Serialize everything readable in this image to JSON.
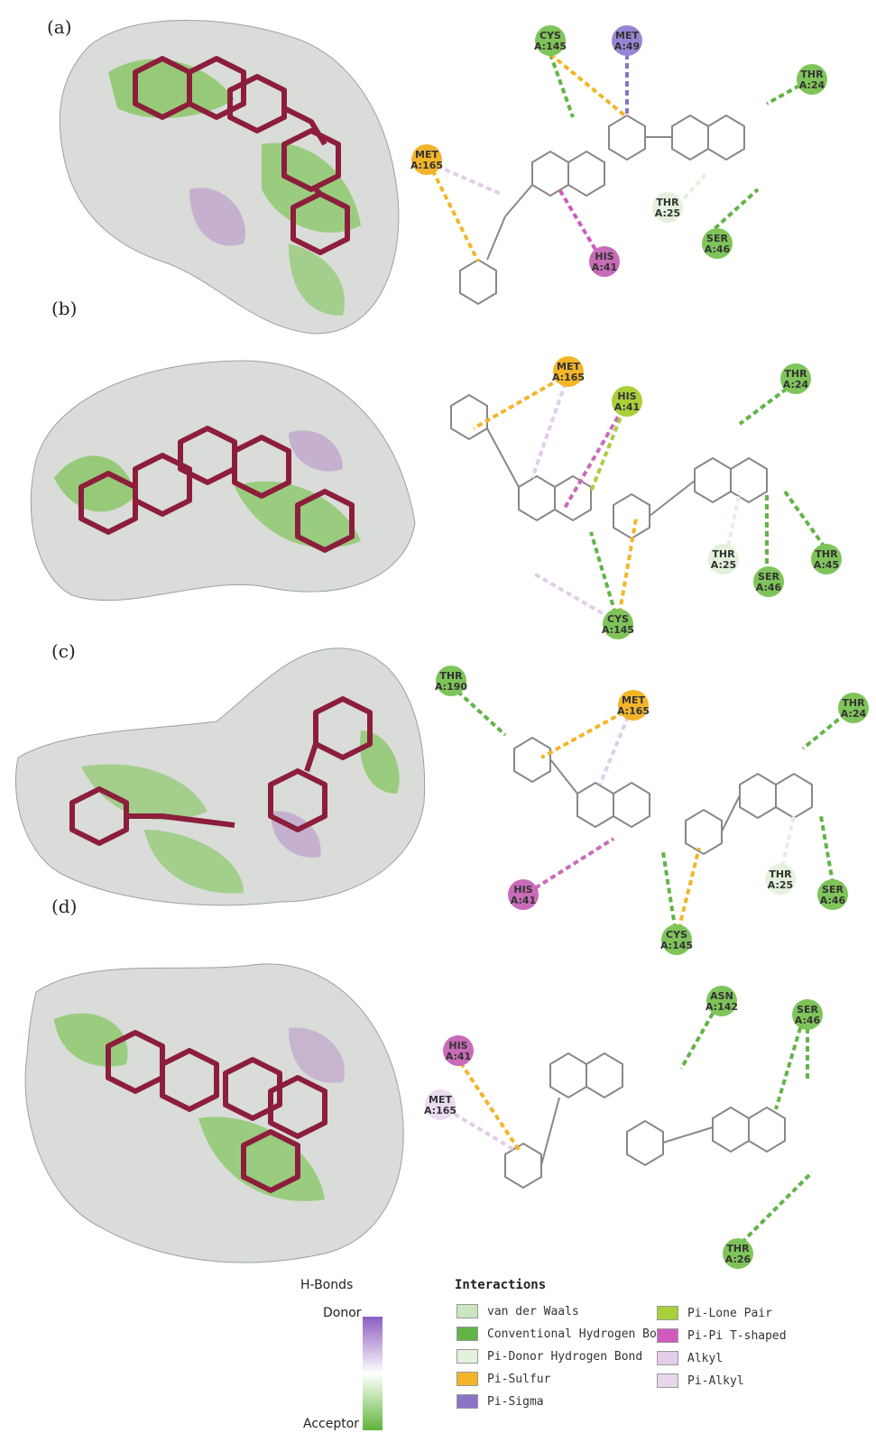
{
  "panels": [
    {
      "label": "(a)",
      "residues": [
        {
          "name": "CYS",
          "num": "A:145",
          "kind": "hbond"
        },
        {
          "name": "MET",
          "num": "A:49",
          "kind": "pisigma"
        },
        {
          "name": "THR",
          "num": "A:24",
          "kind": "hbond"
        },
        {
          "name": "MET",
          "num": "A:165",
          "kind": "pisulfur"
        },
        {
          "name": "THR",
          "num": "A:25",
          "kind": "pidonor"
        },
        {
          "name": "SER",
          "num": "A:46",
          "kind": "hbond"
        },
        {
          "name": "HIS",
          "num": "A:41",
          "kind": "pipi"
        }
      ]
    },
    {
      "label": "(b)",
      "residues": [
        {
          "name": "MET",
          "num": "A:165",
          "kind": "pisulfur"
        },
        {
          "name": "HIS",
          "num": "A:41",
          "kind": "pilone"
        },
        {
          "name": "THR",
          "num": "A:24",
          "kind": "hbond"
        },
        {
          "name": "THR",
          "num": "A:25",
          "kind": "pidonor"
        },
        {
          "name": "SER",
          "num": "A:46",
          "kind": "hbond"
        },
        {
          "name": "THR",
          "num": "A:45",
          "kind": "hbond"
        },
        {
          "name": "CYS",
          "num": "A:145",
          "kind": "hbond"
        }
      ]
    },
    {
      "label": "(c)",
      "residues": [
        {
          "name": "THR",
          "num": "A:190",
          "kind": "hbond"
        },
        {
          "name": "MET",
          "num": "A:165",
          "kind": "pisulfur"
        },
        {
          "name": "THR",
          "num": "A:24",
          "kind": "hbond"
        },
        {
          "name": "HIS",
          "num": "A:41",
          "kind": "pipi"
        },
        {
          "name": "THR",
          "num": "A:25",
          "kind": "pidonor"
        },
        {
          "name": "SER",
          "num": "A:46",
          "kind": "hbond"
        },
        {
          "name": "CYS",
          "num": "A:145",
          "kind": "hbond"
        }
      ]
    },
    {
      "label": "(d)",
      "residues": [
        {
          "name": "ASN",
          "num": "A:142",
          "kind": "hbond"
        },
        {
          "name": "SER",
          "num": "A:46",
          "kind": "hbond"
        },
        {
          "name": "HIS",
          "num": "A:41",
          "kind": "pipi"
        },
        {
          "name": "MET",
          "num": "A:165",
          "kind": "alkyl"
        },
        {
          "name": "THR",
          "num": "A:26",
          "kind": "hbond"
        }
      ]
    }
  ],
  "hbonds": {
    "title": "H-Bonds",
    "donor": "Donor",
    "acceptor": "Acceptor"
  },
  "interactions": {
    "title": "Interactions",
    "items": [
      {
        "label": "van der Waals",
        "color": "#c9e6c1"
      },
      {
        "label": "Conventional Hydrogen Bond",
        "color": "#63b347"
      },
      {
        "label": "Pi-Donor Hydrogen Bond",
        "color": "#e3f1dd"
      },
      {
        "label": "Pi-Sulfur",
        "color": "#f2b52a"
      },
      {
        "label": "Pi-Sigma",
        "color": "#8b73c8"
      },
      {
        "label": "Pi-Lone Pair",
        "color": "#a9cf3a"
      },
      {
        "label": "Pi-Pi T-shaped",
        "color": "#d15bbd"
      },
      {
        "label": "Alkyl",
        "color": "#e3cde8"
      },
      {
        "label": "Pi-Alkyl",
        "color": "#e7d6ec"
      }
    ]
  }
}
